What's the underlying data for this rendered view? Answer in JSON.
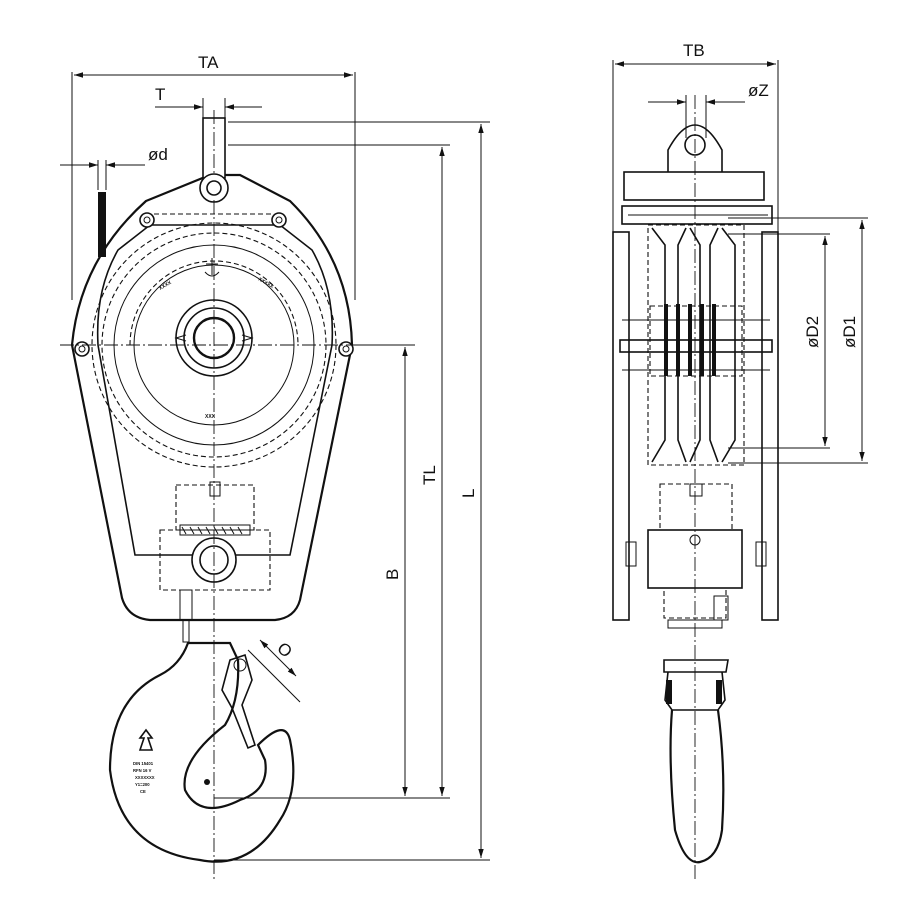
{
  "dimensions": {
    "TA": "TA",
    "T": "T",
    "d": "ød",
    "TB": "TB",
    "Z": "øZ",
    "D1": "øD1",
    "D2": "øD2",
    "TL": "TL",
    "L": "L",
    "B": "B",
    "O": "O"
  },
  "hook_marking": {
    "line1": "DIN 15401",
    "line2": "RFN 16 V",
    "line3": "XXXXXXX",
    "line4": "Y1=200",
    "line5": "CE"
  },
  "sheave_marks": {
    "left": "XXXX",
    "right": "XXXXX",
    "bottom": "XXX"
  }
}
